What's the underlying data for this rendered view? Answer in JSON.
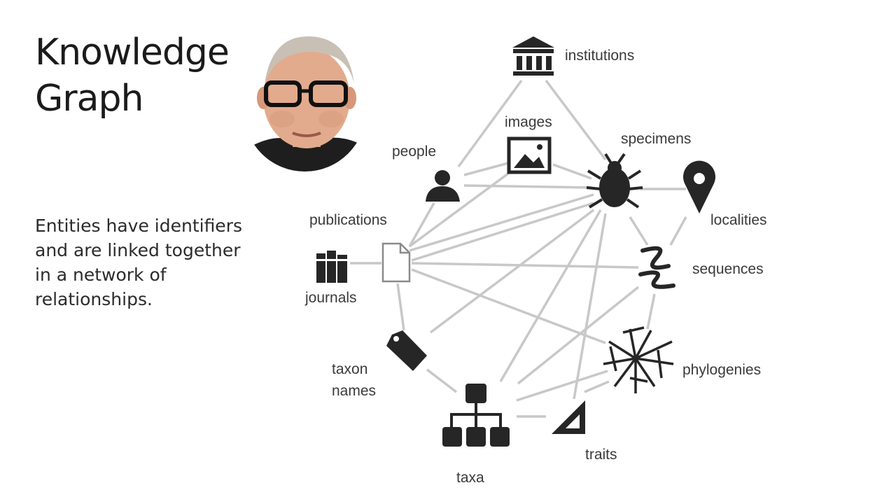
{
  "slide": {
    "title_line1": "Knowledge",
    "title_line2": "Graph",
    "body_lines": [
      "Entities have identifiers",
      "and are linked together",
      "in a network of",
      "relationships."
    ]
  },
  "nodes": {
    "institutions": "institutions",
    "images": "images",
    "specimens": "specimens",
    "people": "people",
    "localities": "localities",
    "publications": "publications",
    "sequences": "sequences",
    "journals": "journals",
    "taxon_names_line1": "taxon",
    "taxon_names_line2": "names",
    "phylogenies": "phylogenies",
    "traits": "traits",
    "taxa": "taxa"
  },
  "colors": {
    "icon": "#262626",
    "edge": "#c8c8c8",
    "background": "#ffffff"
  },
  "icons": [
    "institution-icon",
    "image-icon",
    "bug-icon",
    "person-icon",
    "map-pin-icon",
    "document-icon",
    "dna-icon",
    "books-icon",
    "tag-icon",
    "phylogeny-icon",
    "triangle-ruler-icon",
    "hierarchy-icon"
  ]
}
